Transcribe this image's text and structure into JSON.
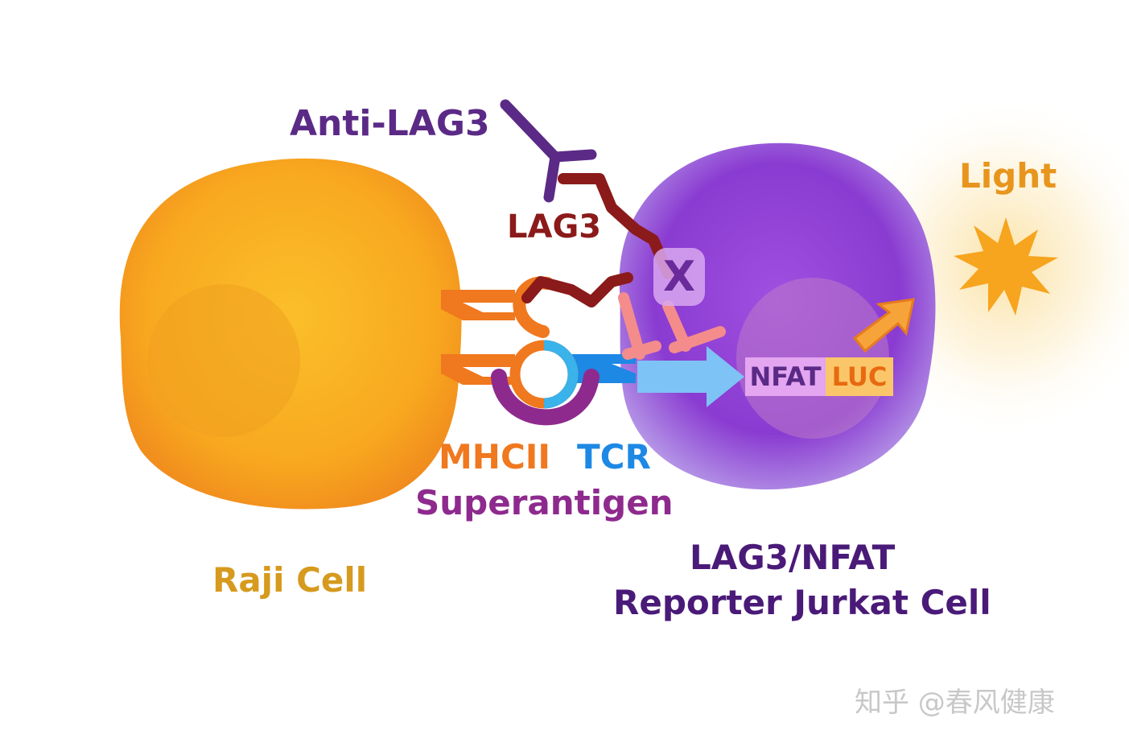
{
  "labels": {
    "anti_lag3": "Anti-LAG3",
    "lag3": "LAG3",
    "light": "Light",
    "mhcii": "MHCII",
    "tcr": "TCR",
    "superantigen": "Superantigen",
    "raji_cell": "Raji Cell",
    "jurkat_line1": "LAG3/NFAT",
    "jurkat_line2": "Reporter Jurkat Cell",
    "nfat": "NFAT",
    "luc": "LUC",
    "inhibition_x": "X",
    "watermark": "知乎 @春风健康"
  },
  "colors": {
    "raji_cell": "#f7a51e",
    "jurkat_cell": "#8a3bd1",
    "anti_lag3": "#5b2a86",
    "lag3": "#8b1a1a",
    "mhcii": "#f0781e",
    "tcr": "#1e88e5",
    "superantigen": "#8e2a8e",
    "inhibition": "#f48c8c",
    "activation_arrow": "#7ec3f5",
    "light": "#f5a623",
    "jurkat_text": "#4a1a78",
    "raji_text": "#d69a1e",
    "nfat_box": "#e4a6f0",
    "luc_box": "#fbc66a"
  }
}
